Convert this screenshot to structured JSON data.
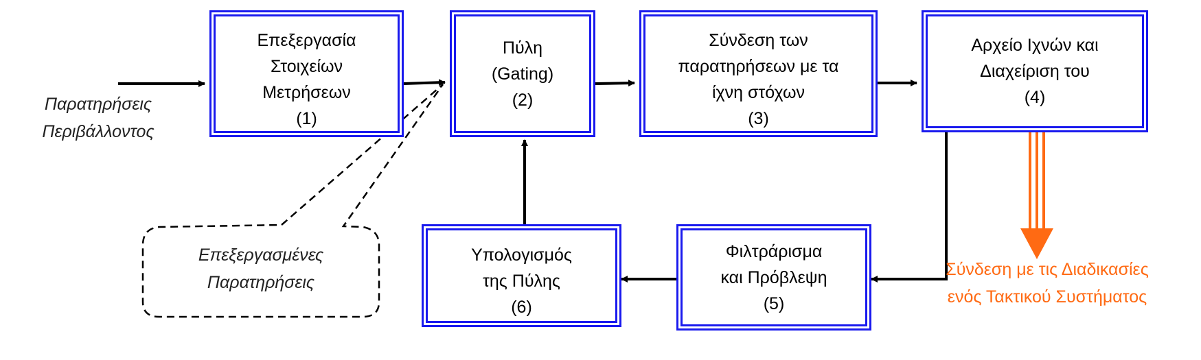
{
  "input_label": [
    "Παρατηρήσεις",
    "Περιβάλλοντος"
  ],
  "blocks": [
    {
      "lines": [
        "Επεξεργασία",
        "Στοιχείων",
        "Μετρήσεων"
      ],
      "number": "(1)"
    },
    {
      "lines": [
        "Πύλη",
        "(Gating)"
      ],
      "number": "(2)"
    },
    {
      "lines": [
        "Σύνδεση  των",
        "παρατηρήσεων με τα",
        "ίχνη στόχων"
      ],
      "number": "(3)"
    },
    {
      "lines": [
        "Αρχείο Ιχνών και",
        "Διαχείριση του"
      ],
      "number": "(4)"
    },
    {
      "lines": [
        "Φιλτράρισμα",
        "και Πρόβλεψη"
      ],
      "number": "(5)"
    },
    {
      "lines": [
        "Υπολογισμός",
        "της Πύλης"
      ],
      "number": "(6)"
    }
  ],
  "callout": [
    "Επεξεργασμένες",
    "Παρατηρήσεις"
  ],
  "output_label": [
    "Σύνδεση με τις Διαδικασίες",
    "ενός Τακτικού Συστήματος"
  ],
  "colors": {
    "box_border": "#1a1aee",
    "arrow": "#000000",
    "output": "#ff6a13"
  }
}
